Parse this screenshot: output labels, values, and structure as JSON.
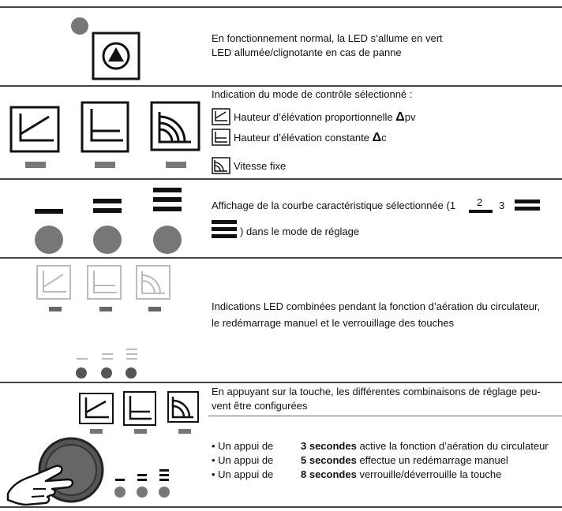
{
  "row1": {
    "line1": "En fonctionnement normal, la LED s’allume en vert",
    "line2": "LED allumée/clignotante en cas de panne"
  },
  "row2": {
    "title": "Indication du mode de contrôle sélectionné :",
    "mode1_prefix": "Hauteur d’élévation proportionnelle",
    "mode1_symbol": "Δ",
    "mode1_sub": "pv",
    "mode2_prefix": "Hauteur d’élévation constante",
    "mode2_symbol": "Δ",
    "mode2_sub": "c",
    "mode3": "Vitesse fixe"
  },
  "row3": {
    "text_part1": "Affichage de la courbe caractéristique sélectionnée (1",
    "num2": "2",
    "num3": "3",
    "text_part2": ") dans le mode de réglage"
  },
  "row4": {
    "line1": "Indications LED combinées pendant la fonction d’aération du circulateur,",
    "line2": "le redémarrage manuel et le verrouillage des touches"
  },
  "row5": {
    "intro1": "En appuyant sur la touche, les différentes combinaisons de réglage peu-",
    "intro2": "vent être configurées",
    "items": [
      {
        "prefix": "• Un appui de",
        "bold": "3 secondes",
        "rest": " active la fonction d’aération du circulateur"
      },
      {
        "prefix": "• Un appui de",
        "bold": "5 secondes",
        "rest": " effectue un redémarrage manuel"
      },
      {
        "prefix": "• Un appui de",
        "bold": "8 secondes",
        "rest": " verrouille/déverrouille la touche"
      }
    ]
  },
  "colors": {
    "led": "#777777",
    "text": "#111111",
    "faded": "#bbbbbb"
  },
  "icons": [
    "power-button-icon",
    "proportional-pressure-icon",
    "constant-pressure-icon",
    "fixed-speed-icon",
    "hand-press-icon"
  ]
}
